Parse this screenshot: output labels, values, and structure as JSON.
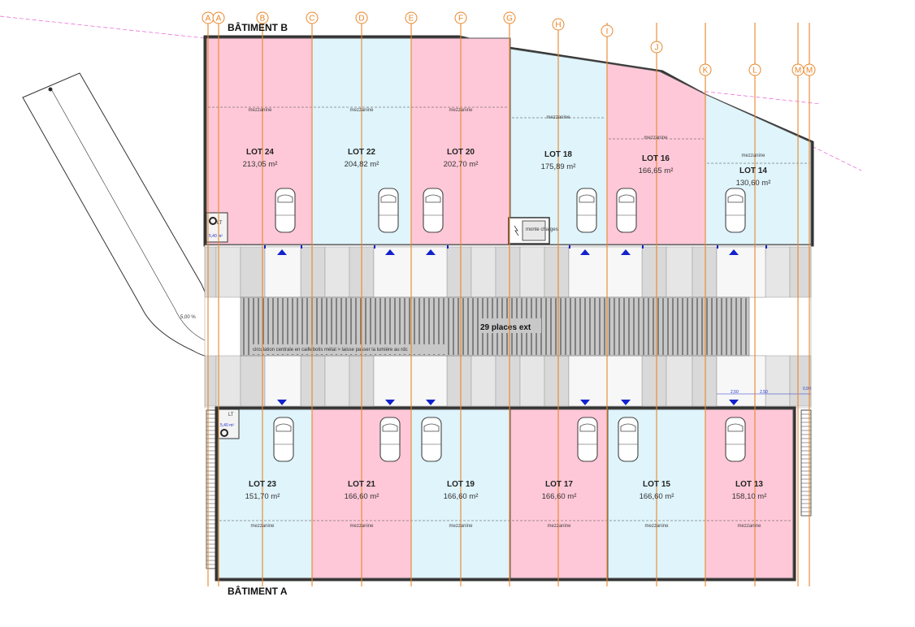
{
  "buildings": {
    "b": "BÂTIMENT B",
    "a": "BÂTIMENT A"
  },
  "axes": [
    "A",
    "A",
    "B",
    "C",
    "D",
    "E",
    "F",
    "G",
    "H",
    "I",
    "J",
    "K",
    "L",
    "M",
    "M"
  ],
  "top_lots": [
    {
      "name": "LOT 24",
      "area": "213,05 m²",
      "mezz": "mezzanine",
      "color": "pink"
    },
    {
      "name": "LOT 22",
      "area": "204,82 m²",
      "mezz": "mezzanine",
      "color": "blue"
    },
    {
      "name": "LOT 20",
      "area": "202,70 m²",
      "mezz": "mezzanine",
      "color": "pink"
    },
    {
      "name": "LOT 18",
      "area": "175,89 m²",
      "mezz": "mezzanine",
      "color": "blue"
    },
    {
      "name": "LOT 16",
      "area": "166,65 m²",
      "mezz": "mezzanine",
      "color": "pink"
    },
    {
      "name": "LOT 14",
      "area": "130,60 m²",
      "mezz": "mezzanine",
      "color": "blue"
    }
  ],
  "bottom_lots": [
    {
      "name": "LOT 23",
      "area": "151,70 m²",
      "mezz": "mezzanine",
      "color": "blue"
    },
    {
      "name": "LOT 21",
      "area": "166,60 m²",
      "mezz": "mezzanine",
      "color": "pink"
    },
    {
      "name": "LOT 19",
      "area": "166,60 m²",
      "mezz": "mezzanine",
      "color": "blue"
    },
    {
      "name": "LOT 17",
      "area": "166,60 m²",
      "mezz": "mezzanine",
      "color": "pink"
    },
    {
      "name": "LOT 15",
      "area": "166,60 m²",
      "mezz": "mezzanine",
      "color": "blue"
    },
    {
      "name": "LOT 13",
      "area": "158,10 m²",
      "mezz": "mezzanine",
      "color": "pink"
    }
  ],
  "labels": {
    "parking": "29 places ext",
    "circulation": "circulation centrale en caillebotis métal > laisse passer la lumière au rdc",
    "lift": "monte charges",
    "lt": "LT",
    "lt_area": "5,40 m²",
    "ramp_slope": "5,00 %"
  },
  "colors": {
    "pink": "#ffc8d8",
    "blue": "#dff4fb",
    "axis": "#e8862a",
    "arrow": "#1122cc"
  }
}
